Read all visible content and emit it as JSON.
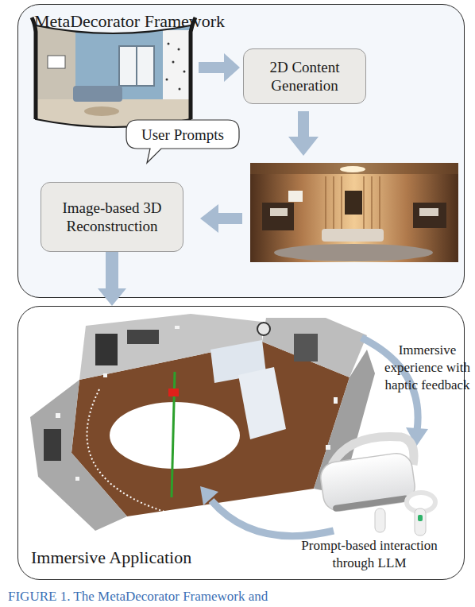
{
  "diagram": {
    "caption": "FIGURE 1. The MetaDecorator Framework and",
    "nodes": [
      {
        "text": [
          "MetaDecorator Framework"
        ]
      },
      {
        "text": [
          "User Prompts"
        ],
        "in": 0
      },
      {
        "text": [
          "2D Content Generation"
        ],
        "in": 0
      },
      {
        "text": [
          "Image-based 3D Reconstruction"
        ],
        "in": 0
      },
      {
        "text": [
          "Immersive Application"
        ]
      }
    ],
    "edges": [
      {
        "from": 3,
        "to": 4,
        "arrow": "to"
      }
    ],
    "labels": [
      "Immersive experience with haptic feedback",
      "Prompt-based interaction through LLM"
    ]
  }
}
